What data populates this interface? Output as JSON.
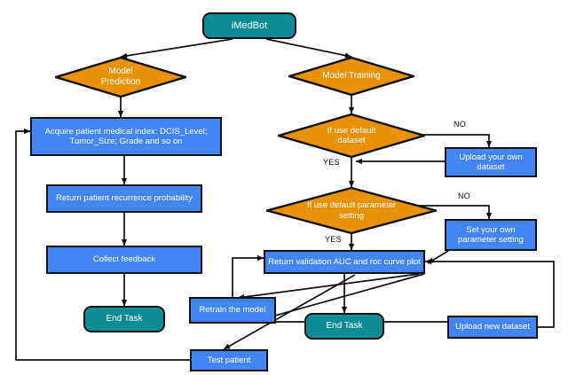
{
  "diagram": {
    "title": "iMedBot flowchart",
    "colors": {
      "start_node": "#0D8C96",
      "decision_node": "#E8920C",
      "process_node": "#4285F4",
      "stroke": "#111111",
      "background": "#FFFFFF",
      "label_text": "#FFFFFF"
    },
    "nodes": {
      "root": "iMedBot",
      "model_prediction": "Model\nPrediction",
      "model_prediction_line1": "Model",
      "model_prediction_line2": "Prediction",
      "model_training": "Model Training",
      "acquire_index_line1": "Acquire patient medical index:  DCIS_Level;",
      "acquire_index_line2": "Tumor_Size; Grade and so on",
      "return_probability": "Return patient recurrence probability",
      "collect_feedback": "Collect feedback",
      "end_task_left": "End Task",
      "if_default_dataset_line1": "If use default",
      "if_default_dataset_line2": "dataset",
      "upload_own_dataset_line1": "Upload your own",
      "upload_own_dataset_line2": "dataset",
      "if_default_parameter_line1": "If use default parameter",
      "if_default_parameter_line2": "setting",
      "set_own_parameter_line1": "Set  your own",
      "set_own_parameter_line2": "parameter setting",
      "return_auc": "Return validation AUC and roc curve plot",
      "retrain_model": "Retrain the model",
      "end_task_right": "End Task",
      "upload_new_dataset": "Upload new dataset",
      "test_patient": "Test patient"
    },
    "edge_labels": {
      "no_dataset": "NO",
      "yes_dataset": "YES",
      "no_parameter": "NO",
      "yes_parameter": "YES"
    }
  }
}
